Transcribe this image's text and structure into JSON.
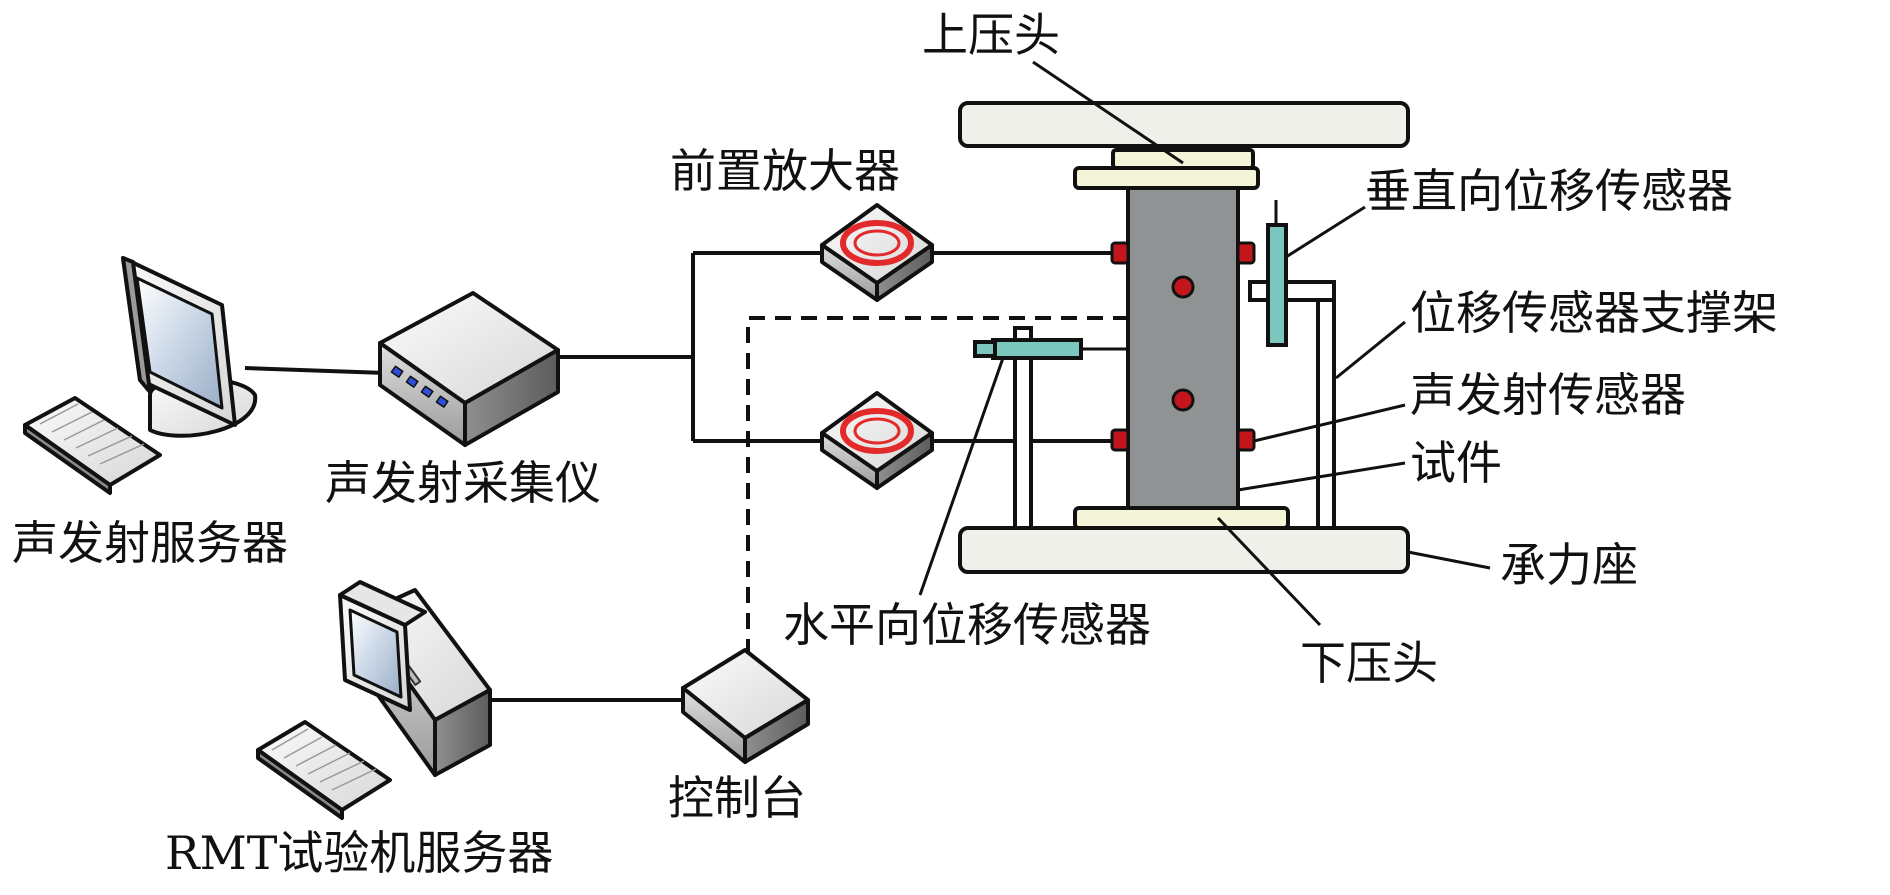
{
  "labels": {
    "upper_head": "上压头",
    "preamp": "前置放大器",
    "vertical_sensor": "垂直向位移传感器",
    "sensor_support": "位移传感器支撑架",
    "ae_sensor": "声发射传感器",
    "specimen": "试件",
    "bearing_seat": "承力座",
    "lower_head": "下压头",
    "horizontal_sensor": "水平向位移传感器",
    "ae_acquisition": "声发射采集仪",
    "ae_server": "声发射服务器",
    "console": "控制台",
    "rmt_server": "RMT试验机服务器"
  },
  "colors": {
    "line": "#111111",
    "plate": "#f2f2ee",
    "pad": "#f3f4d8",
    "specimen": "#8f9292",
    "sensor_red": "#c2161c",
    "lvdt": "#7cc7bd",
    "amp_ring": "#e32a2a",
    "screen": "#cfd9e6"
  }
}
